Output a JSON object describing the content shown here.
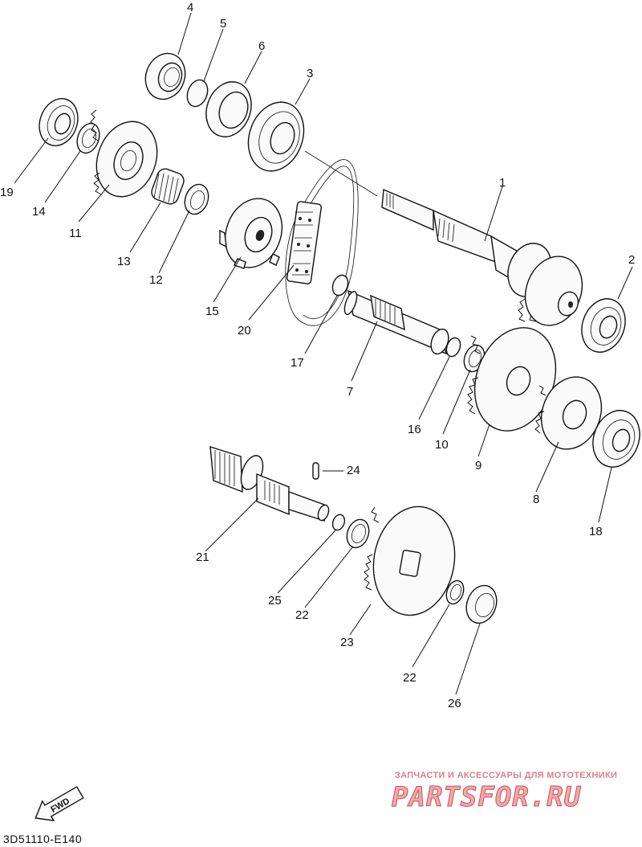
{
  "callouts": [
    {
      "id": "n4",
      "text": "4"
    },
    {
      "id": "n5",
      "text": "5"
    },
    {
      "id": "n6",
      "text": "6"
    },
    {
      "id": "n3",
      "text": "3"
    },
    {
      "id": "n1",
      "text": "1"
    },
    {
      "id": "n2",
      "text": "2"
    },
    {
      "id": "n19",
      "text": "19"
    },
    {
      "id": "n14",
      "text": "14"
    },
    {
      "id": "n11",
      "text": "11"
    },
    {
      "id": "n13",
      "text": "13"
    },
    {
      "id": "n12",
      "text": "12"
    },
    {
      "id": "n15",
      "text": "15"
    },
    {
      "id": "n20",
      "text": "20"
    },
    {
      "id": "n17",
      "text": "17"
    },
    {
      "id": "n7",
      "text": "7"
    },
    {
      "id": "n16",
      "text": "16"
    },
    {
      "id": "n10",
      "text": "10"
    },
    {
      "id": "n9",
      "text": "9"
    },
    {
      "id": "n8",
      "text": "8"
    },
    {
      "id": "n18",
      "text": "18"
    },
    {
      "id": "n24",
      "text": "24"
    },
    {
      "id": "n21",
      "text": "21"
    },
    {
      "id": "n25",
      "text": "25"
    },
    {
      "id": "n22a",
      "text": "22"
    },
    {
      "id": "n23",
      "text": "23"
    },
    {
      "id": "n22b",
      "text": "22"
    },
    {
      "id": "n26",
      "text": "26"
    }
  ],
  "fwd_label": "FWD",
  "diagram_code": "3D51110-E140",
  "watermark": {
    "caption": "ЗАПЧАСТИ И АКСЕССУАРЫ ДЛЯ МОТОТЕХНИКИ",
    "logo": "PARTSFOR.RU"
  }
}
